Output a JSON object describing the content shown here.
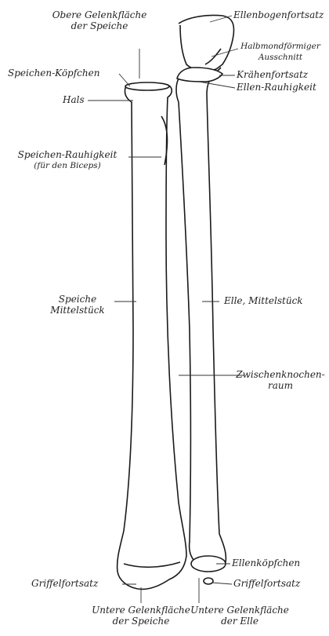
{
  "labels": {
    "obere_gelenkflaeche_speiche": [
      "Obere Gelenkfläche",
      "der Speiche"
    ],
    "ellenbogenfortsatz": "Ellenbogenfortsatz",
    "halbmondfoermiger_ausschnitt": [
      "Halbmondförmiger",
      "Ausschnitt"
    ],
    "kraehenfortsatz": "Krähenfortsatz",
    "ellen_rauhigkeit": "Ellen-Rauhigkeit",
    "speichen_koepfchen": "Speichen-Köpfchen",
    "hals": "Hals",
    "speichen_rauhigkeit": [
      "Speichen-Rauhigkeit",
      "(für den Biceps)"
    ],
    "speiche_mittelstueck": [
      "Speiche",
      "Mittelstück"
    ],
    "elle_mittelstueck": "Elle, Mittelstück",
    "zwischenknochenraum": [
      "Zwischenknochen-",
      "raum"
    ],
    "ellenkoepfchen": "Ellenköpfchen",
    "griffelfortsatz_speiche": "Griffelfortsatz",
    "griffelfortsatz_elle": "Griffelfortsatz",
    "untere_gelenkflaeche_speiche": [
      "Untere Gelenkfläche",
      "der Speiche"
    ],
    "untere_gelenkflaeche_elle": [
      "Untere Gelenkfläche",
      "der Elle"
    ]
  }
}
